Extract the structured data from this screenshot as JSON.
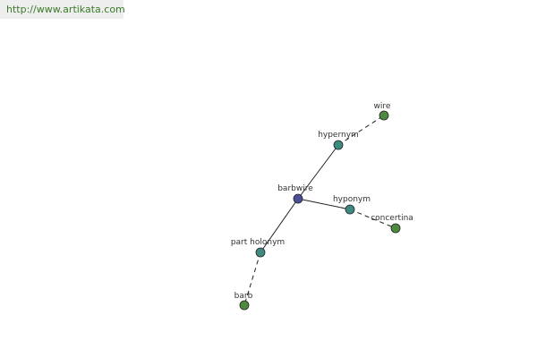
{
  "header": {
    "url": "http://www.artikata.com"
  },
  "colors": {
    "center_node": "#4a4f9a",
    "relation_node": "#3f8a80",
    "word_node": "#4e8a3e",
    "edge": "#222222"
  },
  "graph": {
    "center": {
      "label": "barbwire"
    },
    "relations": [
      {
        "label": "hypernym",
        "words": [
          {
            "label": "wire"
          }
        ]
      },
      {
        "label": "hyponym",
        "words": [
          {
            "label": "concertina"
          }
        ]
      },
      {
        "label": "part holonym",
        "words": [
          {
            "label": "barb"
          }
        ]
      }
    ]
  }
}
